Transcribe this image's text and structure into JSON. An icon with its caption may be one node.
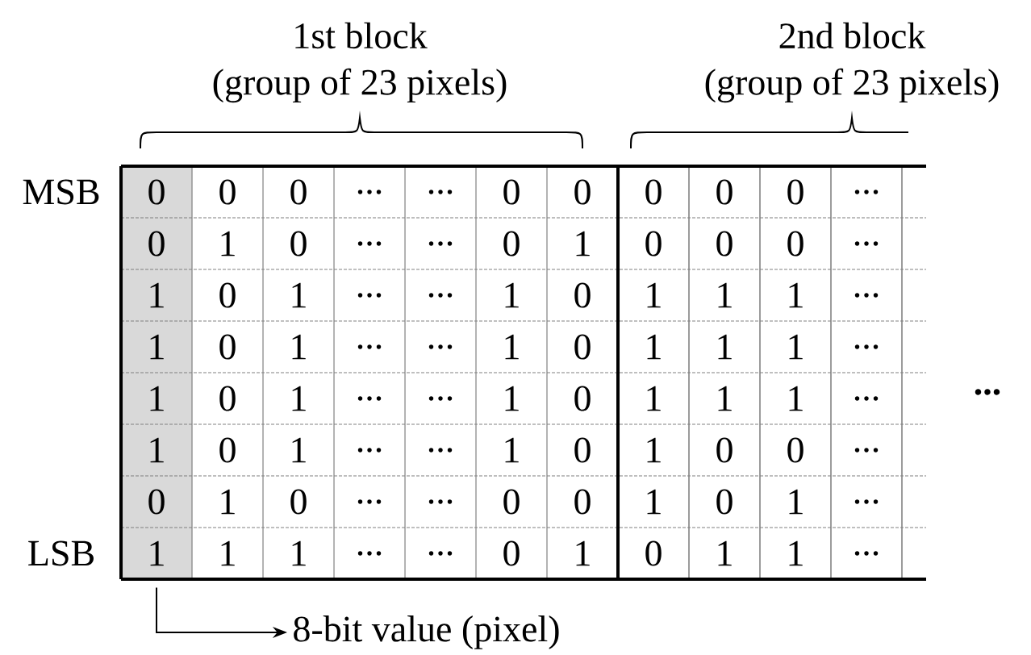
{
  "diagram": {
    "nodes": [
      {
        "text": [],
        "shape": "bar"
      },
      {
        "text": [
          "8-bit value (pixel)"
        ]
      }
    ],
    "edges": [
      {
        "from": 0,
        "to": 1,
        "arrow": "to"
      }
    ],
    "labels": [
      "1st block",
      "(group of 23 pixels)",
      "2nd block",
      "(group of 23 pixels)",
      "MSB",
      "0",
      "0",
      "0",
      "...",
      "...",
      "0",
      "0",
      "0",
      "0",
      "0",
      "...",
      "0",
      "1",
      "0",
      "...",
      "...",
      "0",
      "1",
      "0",
      "0",
      "0",
      "...",
      "1",
      "0",
      "1",
      "...",
      "...",
      "1",
      "0",
      "1",
      "1",
      "1",
      "...",
      "1",
      "0",
      "1",
      "...",
      "...",
      "1",
      "0",
      "1",
      "1",
      "1",
      "...",
      "1",
      "0",
      "1",
      "...",
      "...",
      "1",
      "0",
      "1",
      "1",
      "1",
      "...",
      "1",
      "0",
      "1",
      "...",
      "...",
      "1",
      "0",
      "1",
      "0",
      "0",
      "...",
      "0",
      "1",
      "0",
      "...",
      "...",
      "0",
      "0",
      "1",
      "0",
      "1",
      "...",
      "LSB",
      "1",
      "1",
      "1",
      "...",
      "...",
      "0",
      "1",
      "0",
      "1",
      "1",
      "...",
      "..."
    ]
  }
}
